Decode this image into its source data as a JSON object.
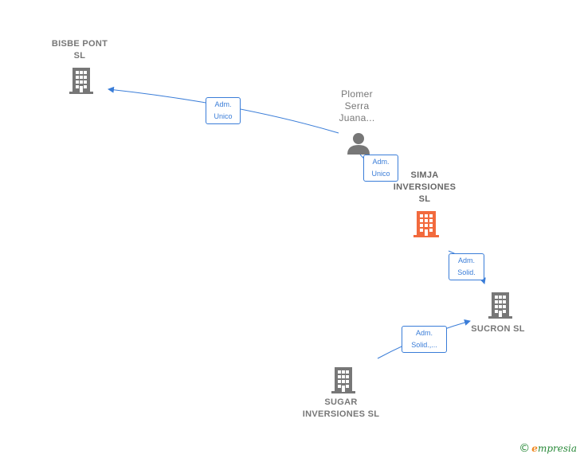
{
  "nodes": {
    "bisbe_pont": {
      "label": "BISBE PONT\nSL",
      "type": "company",
      "color": "#777777"
    },
    "plomer_serra": {
      "label": "Plomer\nSerra\nJuana...",
      "type": "person",
      "color": "#777777"
    },
    "simja": {
      "label": "SIMJA\nINVERSIONES\nSL",
      "type": "company",
      "color": "#f26a3d"
    },
    "sucron": {
      "label": "SUCRON  SL",
      "type": "company",
      "color": "#777777"
    },
    "sugar": {
      "label": "SUGAR\nINVERSIONES SL",
      "type": "company",
      "color": "#777777"
    }
  },
  "edges": {
    "plomer_to_bisbe": {
      "label": "Adm.\nUnico"
    },
    "plomer_to_simja": {
      "label": "Adm.\nUnico"
    },
    "simja_to_sucron": {
      "label": "Adm.\nSolid."
    },
    "sugar_to_sucron": {
      "label": "Adm.\nSolid.,..."
    }
  },
  "colors": {
    "edge": "#3a7dd8",
    "company": "#777777",
    "main_company": "#f26a3d"
  },
  "brand": {
    "copyright": "©",
    "e": "e",
    "name": "mpresia"
  }
}
